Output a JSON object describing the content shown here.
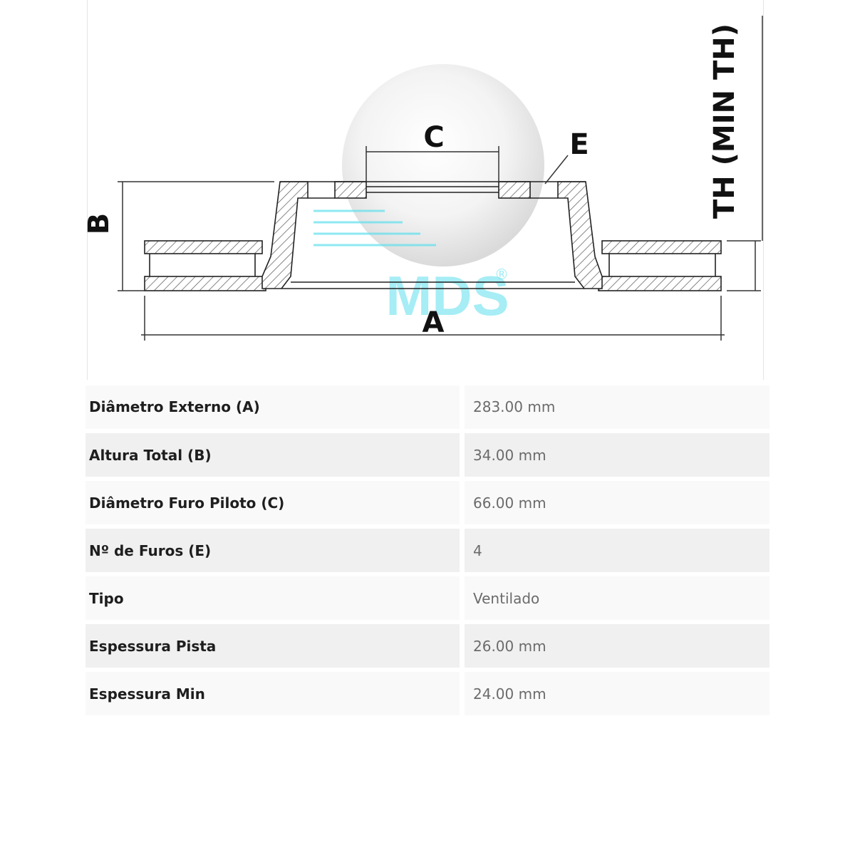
{
  "diagram": {
    "labels": {
      "a": "A",
      "b": "B",
      "c": "C",
      "e": "E",
      "th": "TH (MIN TH)"
    },
    "watermark": {
      "text": "MDS",
      "mark": "®",
      "color": "#5fe0ee"
    }
  },
  "specs": [
    {
      "label": "Diâmetro Externo (A)",
      "value": "283.00 mm"
    },
    {
      "label": "Altura Total (B)",
      "value": "34.00 mm"
    },
    {
      "label": "Diâmetro Furo Piloto (C)",
      "value": "66.00 mm"
    },
    {
      "label": "Nº de Furos (E)",
      "value": "4"
    },
    {
      "label": "Tipo",
      "value": "Ventilado"
    },
    {
      "label": "Espessura Pista",
      "value": "26.00 mm"
    },
    {
      "label": "Espessura Min",
      "value": "24.00 mm"
    }
  ]
}
